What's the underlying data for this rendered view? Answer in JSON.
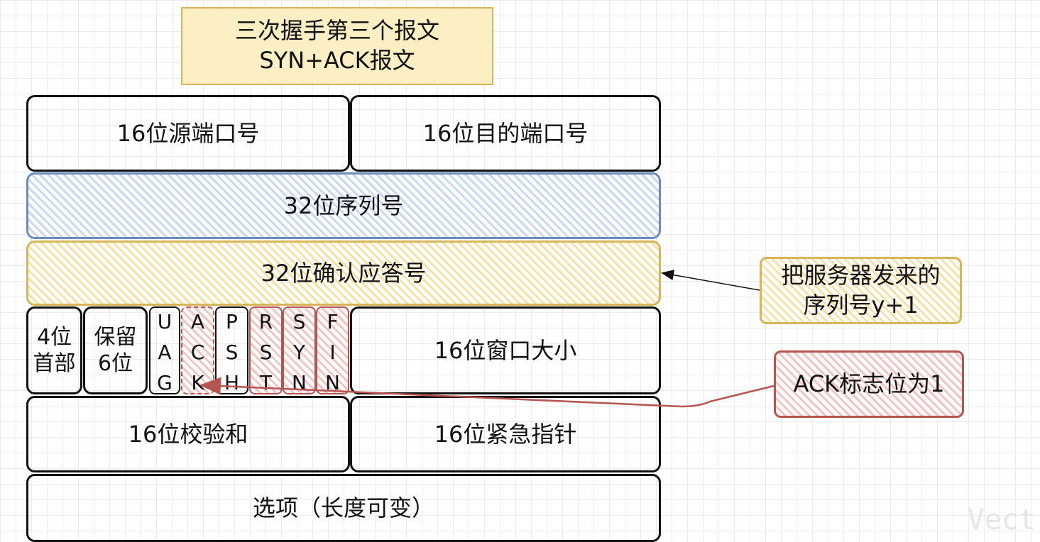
{
  "title": {
    "line1": "三次握手第三个报文",
    "line2": "SYN+ACK报文"
  },
  "fields": {
    "src_port": "16位源端口号",
    "dst_port": "16位目的端口号",
    "seq": "32位序列号",
    "ack_num": "32位确认应答号",
    "header_len_1": "4位",
    "header_len_2": "首部",
    "reserved_1": "保留",
    "reserved_2": "6位",
    "window": "16位窗口大小",
    "checksum": "16位校验和",
    "urgent": "16位紧急指针",
    "options": "选项（长度可变）"
  },
  "flags": [
    {
      "id": "urg",
      "letters": [
        "U",
        "A",
        "G"
      ]
    },
    {
      "id": "ack",
      "letters": [
        "A",
        "C",
        "K"
      ]
    },
    {
      "id": "psh",
      "letters": [
        "P",
        "S",
        "H"
      ]
    },
    {
      "id": "rst",
      "letters": [
        "R",
        "S",
        "T"
      ]
    },
    {
      "id": "syn",
      "letters": [
        "S",
        "Y",
        "N"
      ]
    },
    {
      "id": "fin",
      "letters": [
        "F",
        "I",
        "N"
      ]
    }
  ],
  "notes": {
    "ack_num_note_1": "把服务器发来的",
    "ack_num_note_2": "序列号y+1",
    "ack_flag_note": "ACK标志位为1"
  },
  "watermark": "Vect",
  "colors": {
    "blue_border": "#6c8ebf",
    "yellow_border": "#d6b656",
    "red_border": "#b85450",
    "title_fill": "#fdefc4"
  }
}
